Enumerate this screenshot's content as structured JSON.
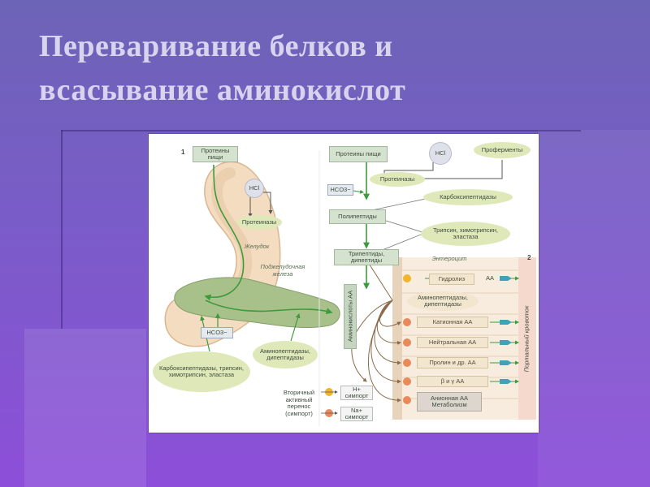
{
  "slide": {
    "title_line1": "Переваривание белков  и",
    "title_line2": "всасывание аминокислот"
  },
  "diagram": {
    "panel1": {
      "number": "1",
      "food_proteins": "Протеины пищи",
      "hcl": "HCl",
      "proteinases": "Протеиназы",
      "stomach": "Желудок",
      "pancreas": "Поджелудочная железа",
      "hco3": "HCO3−",
      "enzymes_left": "Карбоксипептидазы, трипсин, химотрипсин, эластаза",
      "enzymes_right": "Аминопептидазы, дипептидазы"
    },
    "panel2": {
      "number": "2",
      "food_proteins": "Протеины пищи",
      "hcl": "HCl",
      "proenzymes": "Проферменты",
      "hco3": "HCO3−",
      "proteinases": "Протеиназы",
      "carboxypeptidases": "Карбоксипептидазы",
      "polypeptides": "Полипептиды",
      "trypsin": "Трипсин, химотрипсин, эластаза",
      "tripeptides": "Трипептиды, дипептиды",
      "enterocyte": "Энтероцит",
      "hydrolysis": "Гидролиз",
      "aa_out": "АА",
      "aminopeptidases": "Аминопептидазы, дипептидазы",
      "amino_acids_vertical": "Аминокислоты АА",
      "cationic": "Катионная АА",
      "neutral": "Нейтральная АА",
      "proline": "Пролин и др. АА",
      "beta_gamma": "β и γ АА",
      "anionic": "Анионная АА Метаболизм",
      "portal": "Портальный кровоток",
      "secondary_transport": "Вторичный активный перенос (симпорт)",
      "h_symport": "H+ симпорт",
      "na_symport": "Na+ симпорт"
    }
  }
}
